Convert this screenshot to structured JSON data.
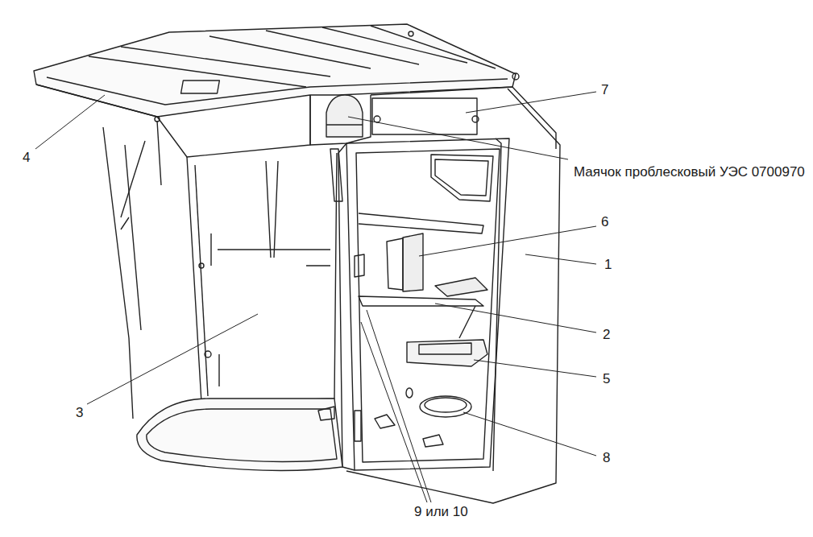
{
  "diagram": {
    "labels": [
      "4",
      "7",
      "Маячок проблесковый УЭС 0700970",
      "6",
      "1",
      "2",
      "5",
      "3",
      "8",
      "9 или 10"
    ]
  }
}
